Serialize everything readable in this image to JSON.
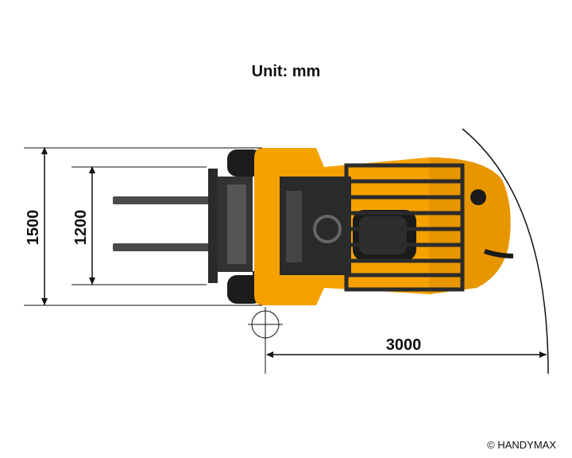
{
  "title": "Unit: mm",
  "dimensions": {
    "overall_width": "1500",
    "fork_spread": "1200",
    "turning_radius": "3000"
  },
  "copyright": "© HANDYMAX",
  "colors": {
    "body": "#f5a100",
    "body_shadow": "#d98a00",
    "frame": "#2b2b2b",
    "tire": "#1c1c1c",
    "fork": "#4a4a4a",
    "line": "#111111"
  }
}
